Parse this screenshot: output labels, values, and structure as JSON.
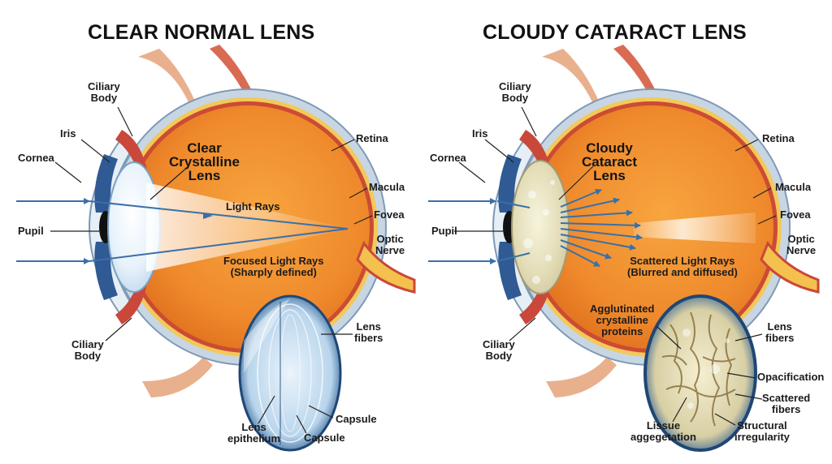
{
  "left_panel": {
    "title": "CLEAR NORMAL LENS",
    "labels": {
      "ciliary_top": "Ciliary\nBody",
      "iris": "Iris",
      "cornea": "Cornea",
      "pupil": "Pupil",
      "ciliary_bottom": "Ciliary\nBody",
      "lens": "Clear\nCrystalline\nLens",
      "rays": "Light Rays",
      "focused": "Focused Light Rays\n(Sharply defined)",
      "retina": "Retina",
      "macula": "Macula",
      "fovea": "Fovea",
      "optic": "Optic\nNerve",
      "fibers": "Lens\nfibers",
      "epithelium": "Lens\nepithelium",
      "capsule_right": "Capsule",
      "capsule_bottom": "Capsule"
    }
  },
  "right_panel": {
    "title": "CLOUDY CATARACT LENS",
    "labels": {
      "ciliary_top": "Ciliary\nBody",
      "iris": "Iris",
      "cornea": "Cornea",
      "pupil": "Pupil",
      "ciliary_bottom": "Ciliary\nBody",
      "lens": "Cloudy\nCataract\nLens",
      "scattered": "Scattered Light Rays\n(Blurred and diffused)",
      "retina": "Retina",
      "macula": "Macula",
      "fovea": "Fovea",
      "optic": "Optic\nNerve",
      "agglutinated": "Agglutinated\ncrystalline\nproteins",
      "fibers": "Lens\nfibers",
      "opacification": "Opacification",
      "scattered_fibers": "Scattered\nfibers",
      "structural": "Structural\nirregularity",
      "tissue": "Lissue\naggegetation"
    }
  },
  "colors": {
    "ray": "#3a6fa8",
    "eye_fill": "#f08a2e",
    "sclera": "#c9d6e3",
    "retina_line": "#f6c842",
    "muscle": "#c9483a",
    "iris": "#2f5a94",
    "lens_clear": "#dfeefb",
    "lens_cloudy": "#e6e2c2"
  }
}
